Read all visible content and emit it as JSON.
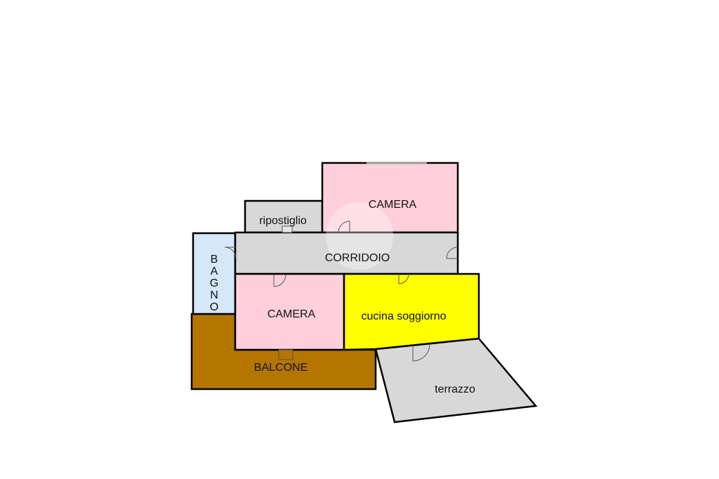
{
  "floorplan": {
    "rooms": {
      "camera_top": {
        "label": "CAMERA",
        "color": "#ffd0dc"
      },
      "ripostiglio": {
        "label": "ripostiglio",
        "color": "#d8d8d8"
      },
      "corridoio": {
        "label": "CORRIDOIO",
        "color": "#d8d8d8"
      },
      "bagno": {
        "label": "BAGNO",
        "letters": [
          "B",
          "A",
          "G",
          "N",
          "O"
        ],
        "color": "#d6e8f8"
      },
      "camera_bottom": {
        "label": "CAMERA",
        "color": "#ffd0dc"
      },
      "cucina": {
        "label": "cucina soggiorno",
        "color": "#ffff00"
      },
      "balcone": {
        "label": "BALCONE",
        "color": "#b57600"
      },
      "terrazzo": {
        "label": "terrazzo",
        "color": "#d8d8d8"
      }
    }
  }
}
